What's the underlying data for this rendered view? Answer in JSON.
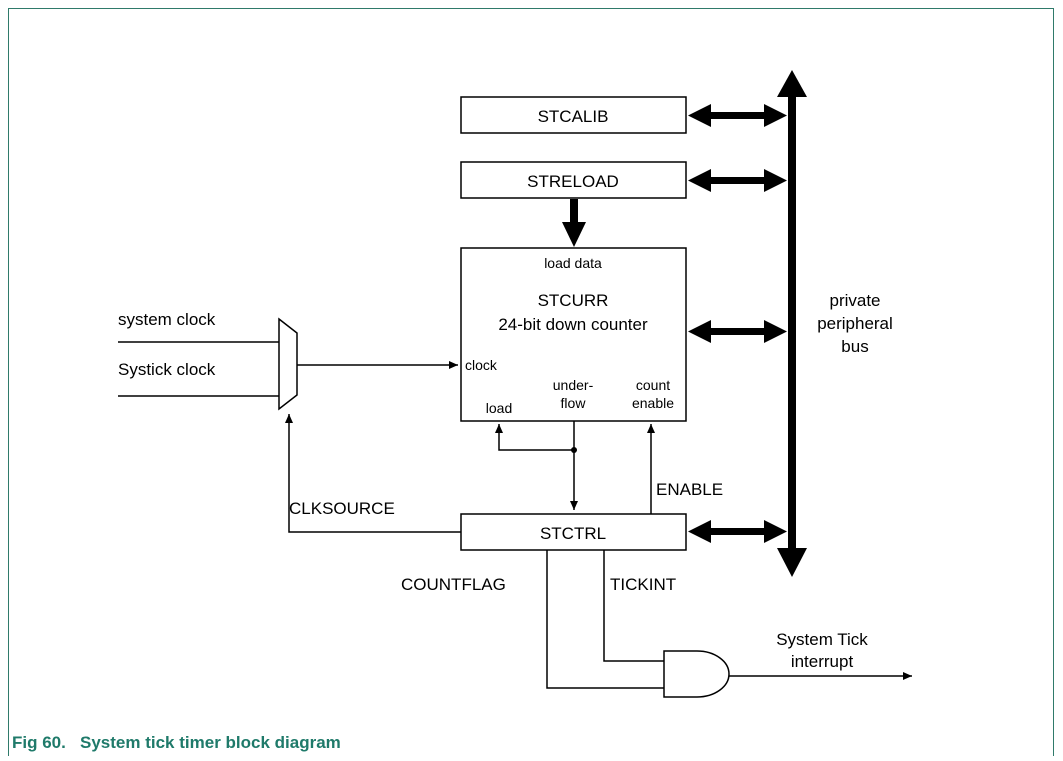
{
  "caption": "Fig 60.   System tick timer block diagram",
  "blocks": {
    "stcalib": "STCALIB",
    "streload": "STRELOAD",
    "stcurr_load_data": "load data",
    "stcurr_name": "STCURR",
    "stcurr_desc": "24-bit down counter",
    "stcurr_clock": "clock",
    "stcurr_load": "load",
    "stcurr_underflow_1": "under-",
    "stcurr_underflow_2": "flow",
    "stcurr_count_1": "count",
    "stcurr_count_2": "enable",
    "stctrl": "STCTRL"
  },
  "signals": {
    "system_clock": "system clock",
    "systick_clock": "Systick clock",
    "clksource": "CLKSOURCE",
    "enable": "ENABLE",
    "countflag": "COUNTFLAG",
    "tickint": "TICKINT",
    "interrupt_1": "System Tick",
    "interrupt_2": "interrupt"
  },
  "bus": {
    "line1": "private",
    "line2": "peripheral",
    "line3": "bus"
  }
}
